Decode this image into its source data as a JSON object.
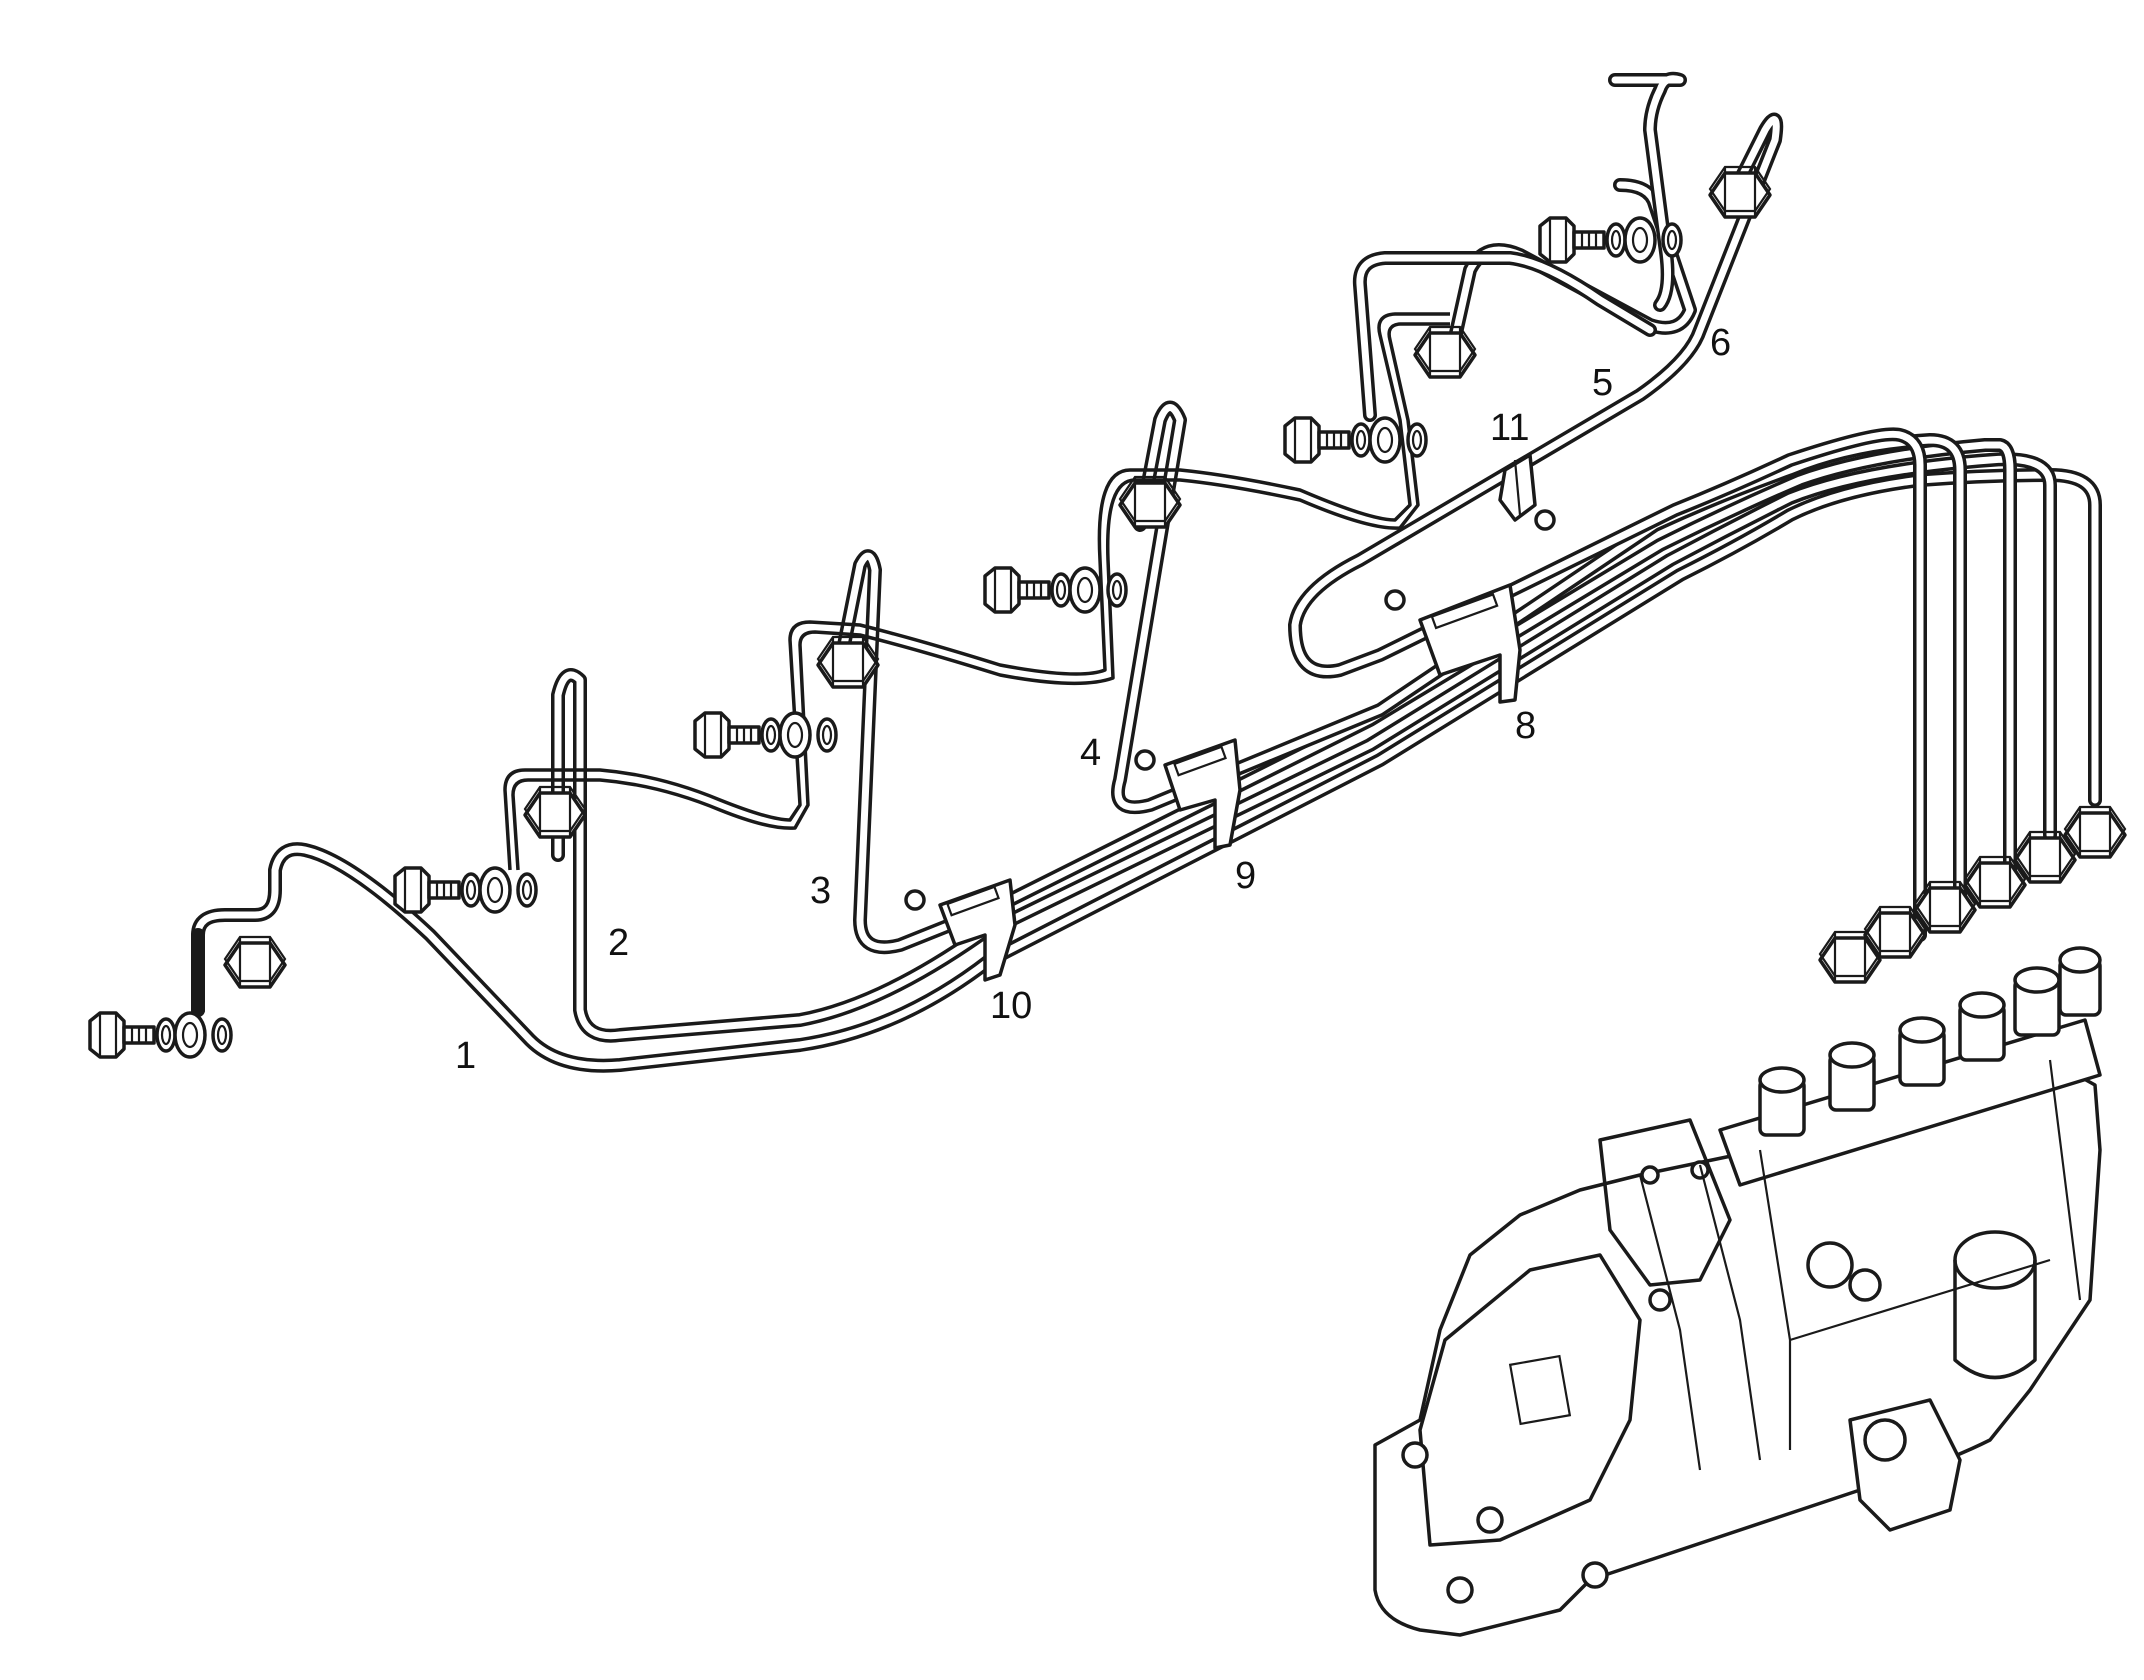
{
  "diagram": {
    "part_labels": [
      {
        "id": "1",
        "text": "1"
      },
      {
        "id": "2",
        "text": "2"
      },
      {
        "id": "3",
        "text": "3"
      },
      {
        "id": "4",
        "text": "4"
      },
      {
        "id": "5",
        "text": "5"
      },
      {
        "id": "6",
        "text": "6"
      },
      {
        "id": "8",
        "text": "8"
      },
      {
        "id": "9",
        "text": "9"
      },
      {
        "id": "10",
        "text": "10"
      },
      {
        "id": "11",
        "text": "11"
      }
    ]
  }
}
